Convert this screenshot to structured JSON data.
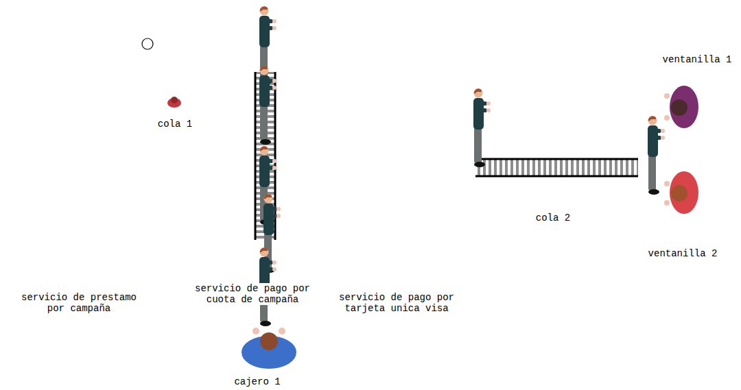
{
  "diagram": {
    "labels": [
      "ventanilla 1",
      "cola 1",
      "cola 2",
      "ventanilla 2",
      "servicio de prestamo por campaña",
      "servicio de pago por cuota de campaña",
      "servicio de pago por tarjeta unica visa",
      "cajero 1"
    ]
  }
}
